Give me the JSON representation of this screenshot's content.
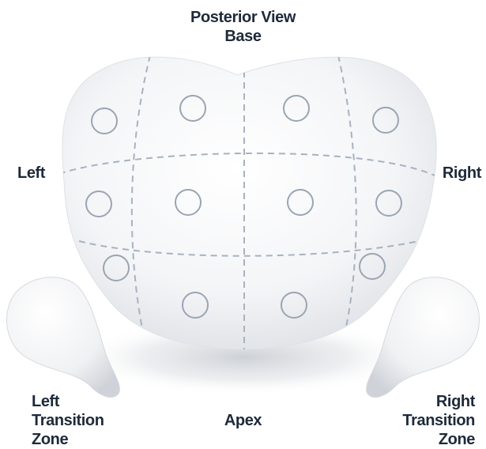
{
  "diagram": {
    "title_line1": "Posterior View",
    "title_line2": "Base",
    "left_label": "Left",
    "right_label": "Right",
    "apex_label": "Apex",
    "left_tz_line1": "Left",
    "left_tz_line2": "Transition",
    "left_tz_line3": "Zone",
    "right_tz_line1": "Right",
    "right_tz_line2": "Transition",
    "right_tz_line3": "Zone"
  },
  "regions": {
    "rows": 3,
    "columns": 4,
    "marker_count": 12
  },
  "colors": {
    "gland_light": "#ffffff",
    "gland_shade": "#d4d8de",
    "divider": "#a8b2c0",
    "marker": "#9aa5b3",
    "label_text": "#1e2a3a"
  }
}
